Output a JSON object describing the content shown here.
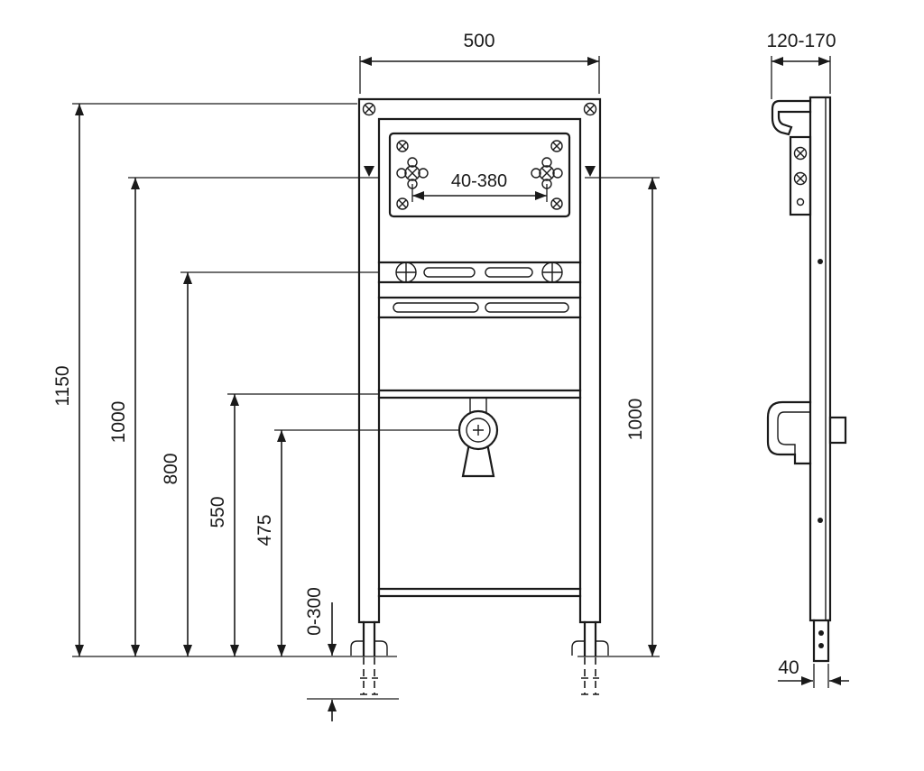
{
  "drawing": {
    "kind": "washbasin-installation-frame-technical-drawing",
    "dims": {
      "width": "500",
      "depth": "120-170",
      "tap_spacing": "40-380",
      "total_height": "1150",
      "tap_height": "1000",
      "rail_height": "800",
      "crossbar_height": "550",
      "drain_height": "475",
      "foot_adjust": "0-300",
      "right_height": "1000",
      "foot_width": "40"
    },
    "colors": {
      "line": "#1a1a1a",
      "background": "#ffffff"
    }
  }
}
